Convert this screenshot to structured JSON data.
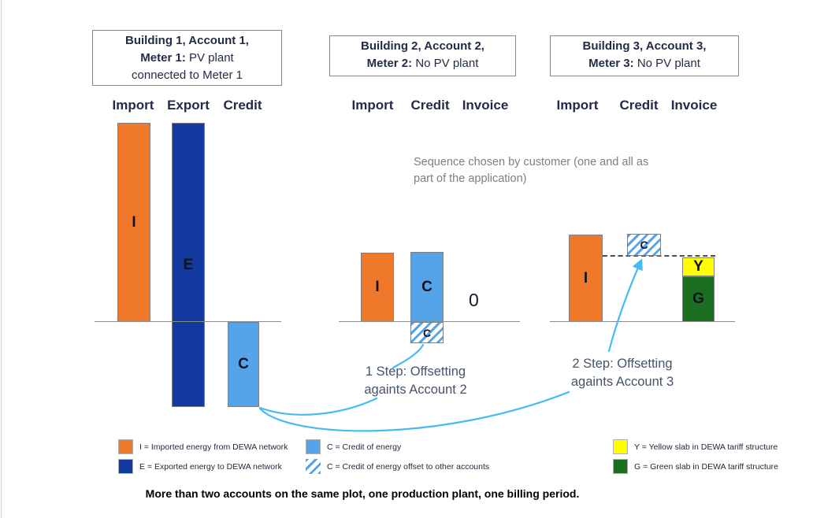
{
  "colors": {
    "orange": "#F0782A",
    "dark_blue": "#123A9E",
    "light_blue": "#55A3E8",
    "yellow": "#FFFF00",
    "green": "#1B6E20",
    "connector_blue": "#45BBEE",
    "title_text": "#232C46",
    "step_text": "#44546A",
    "sequence_text": "#7F7F7F"
  },
  "account_boxes": [
    {
      "lines": [
        {
          "bold": "Building 1, Account 1,",
          "normal": ""
        },
        {
          "bold": "Meter 1:",
          "normal": " PV plant"
        },
        {
          "bold": "",
          "normal": "connected to Meter 1"
        }
      ]
    },
    {
      "lines": [
        {
          "bold": "Building 2, Account 2,",
          "normal": ""
        },
        {
          "bold": "Meter 2:",
          "normal": " No PV plant"
        }
      ]
    },
    {
      "lines": [
        {
          "bold": "Building 3, Account 3,",
          "normal": ""
        },
        {
          "bold": "Meter 3:",
          "normal": " No PV plant"
        }
      ]
    }
  ],
  "column_headers": [
    [
      "Import",
      "Export",
      "Credit"
    ],
    [
      "Import",
      "Credit",
      "Invoice"
    ],
    [
      "Import",
      "Credit",
      "Invoice"
    ]
  ],
  "bars": {
    "g1_import": "I",
    "g1_export": "E",
    "g1_credit": "C",
    "g2_import": "I",
    "g2_credit": "C",
    "g2_credit_offset": "C",
    "g2_zero": "0",
    "g3_import": "I",
    "g3_credit_offset": "C",
    "g3_yellow": "Y",
    "g3_green": "G"
  },
  "sequence_note": {
    "line1": "Sequence chosen by customer (one and all as",
    "line2": "part of the application)"
  },
  "steps": [
    {
      "line1": "1 Step: Offsetting",
      "line2": "againts Account 2"
    },
    {
      "line1": "2 Step: Offsetting",
      "line2": "againts Account 3"
    }
  ],
  "legend": {
    "items": [
      {
        "swatch": "orange",
        "text": "I = Imported energy from DEWA network"
      },
      {
        "swatch": "dark_blue",
        "text": "E = Exported energy to DEWA network"
      },
      {
        "swatch": "light_blue",
        "text": "C = Credit of energy"
      },
      {
        "swatch": "hatch",
        "text": "C = Credit of energy offset to other accounts"
      },
      {
        "swatch": "yellow",
        "text": "Y = Yellow slab in DEWA tariff structure"
      },
      {
        "swatch": "green",
        "text": "G = Green slab in DEWA tariff structure"
      }
    ]
  },
  "footer": {
    "caption": "More than two accounts on the same plot, one production plant, one billing period."
  }
}
